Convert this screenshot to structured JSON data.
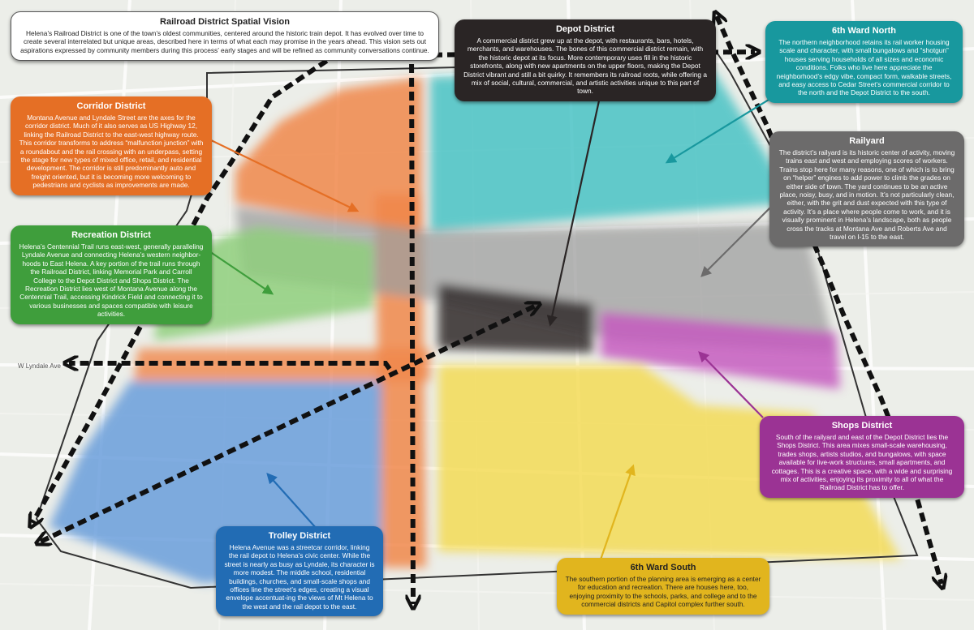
{
  "title_box": {
    "title": "Railroad District Spatial Vision",
    "text": "Helena’s Railroad District is one of the town’s oldest communities, centered around the historic train depot. It has evolved over time to create several interrelated but unique areas, described here in terms of what each may promise in the years ahead. This vision sets out aspirations expressed by community members during this process’ early stages and will be refined as community conversations continue."
  },
  "districts": {
    "depot": {
      "title": "Depot District",
      "text": "A commercial district grew up at the depot, with restaurants, bars, hotels, merchants, and warehouses. The bones of this commercial district remain, with the historic depot at its focus. More contemporary uses fill in the historic storefronts, along with new apartments on the upper floors, making the Depot District vibrant and still a bit quirky. It remembers its railroad roots, while offering a mix of social, cultural, commercial, and artistic activities unique to this part of town.",
      "color": "#2a2525"
    },
    "ward_north": {
      "title": "6th Ward North",
      "text": "The northern neighborhood retains its rail worker housing scale and character, with small bungalows and “shotgun” houses serving households of all sizes and economic conditions. Folks who live here appreciate the neighborhood’s edgy vibe, compact form, walkable streets, and easy access to Cedar Street’s commercial corridor to the north and the Depot District to the south.",
      "color": "#18989e"
    },
    "corridor": {
      "title": "Corridor District",
      "text": "Montana Avenue and Lyndale Street are the axes for the corridor district. Much of it also serves as US Highway 12, linking the Railroad District to the east-west highway route. This corridor transforms to address “malfunction junction” with a roundabout and the rail crossing with an underpass, setting the stage for new types of mixed office, retail, and residential development. The corridor is still predominantly auto and freight oriented, but it is becoming more welcoming to pedestrians and cyclists as improvements are made.",
      "color": "#e56f25"
    },
    "railyard": {
      "title": "Railyard",
      "text": "The district’s railyard is its historic center of activity, moving trains east and west and employing scores of workers. Trains stop here for many reasons, one of which is to bring on “helper” engines to add power to climb the grades on either side of town. The yard continues to be an active place, noisy, busy, and in motion. It’s not particularly clean, either, with the grit and dust expected with this type of activity. It’s a place where people come to work, and it is visually prominent in Helena’s landscape, both as people cross the tracks at Montana Ave and Roberts Ave and travel on I-15 to the east.",
      "color": "#6c6b6b"
    },
    "recreation": {
      "title": "Recreation District",
      "text": "Helena’s Centennial Trail runs east-west, generally paralleling Lyndale Avenue and connecting Helena’s western neighbor-hoods to East Helena. A key portion of the trail runs through the Railroad District, linking Memorial Park and Carroll College to the Depot District and Shops District. The Recreation District lies west of Montana Avenue along the Centennial Trail, accessing Kindrick Field and connecting it to various businesses and spaces compatible with leisure activities.",
      "color": "#3f9e3c"
    },
    "shops": {
      "title": "Shops District",
      "text": "South of the railyard and east of the Depot District lies the Shops District. This area mixes small-scale warehousing, trades shops, artists studios, and bungalows, with space available for live-work structures, small apartments, and cottages. This is a creative space, with a wide and surprising mix of activities, enjoying its proximity to all of what the Railroad District has to offer.",
      "color": "#9b3394"
    },
    "trolley": {
      "title": "Trolley District",
      "text": "Helena Avenue was a streetcar corridor, linking the rail depot to Helena’s civic center. While the street is nearly as busy as Lyndale, its character is more modest. The middle school, residential buildings, churches, and small-scale shops and offices line the street’s edges, creating a visual envelope accentuat-ing the views of Mt Helena to the west and the rail depot to the east.",
      "color": "#226cb4"
    },
    "ward_south": {
      "title": "6th Ward South",
      "text": "The southern portion of the planning area is emerging as a center for education and recreation. There are houses here, too, enjoying proximity to the schools, parks, and college and to the commercial districts and Capitol complex further south.",
      "color": "#e1b51e"
    }
  },
  "map_labels": {
    "lyndale": "W Lyndale Ave"
  },
  "colors": {
    "base_map": "#eceee9",
    "boundary": "#333333",
    "arrow": "#111111"
  }
}
